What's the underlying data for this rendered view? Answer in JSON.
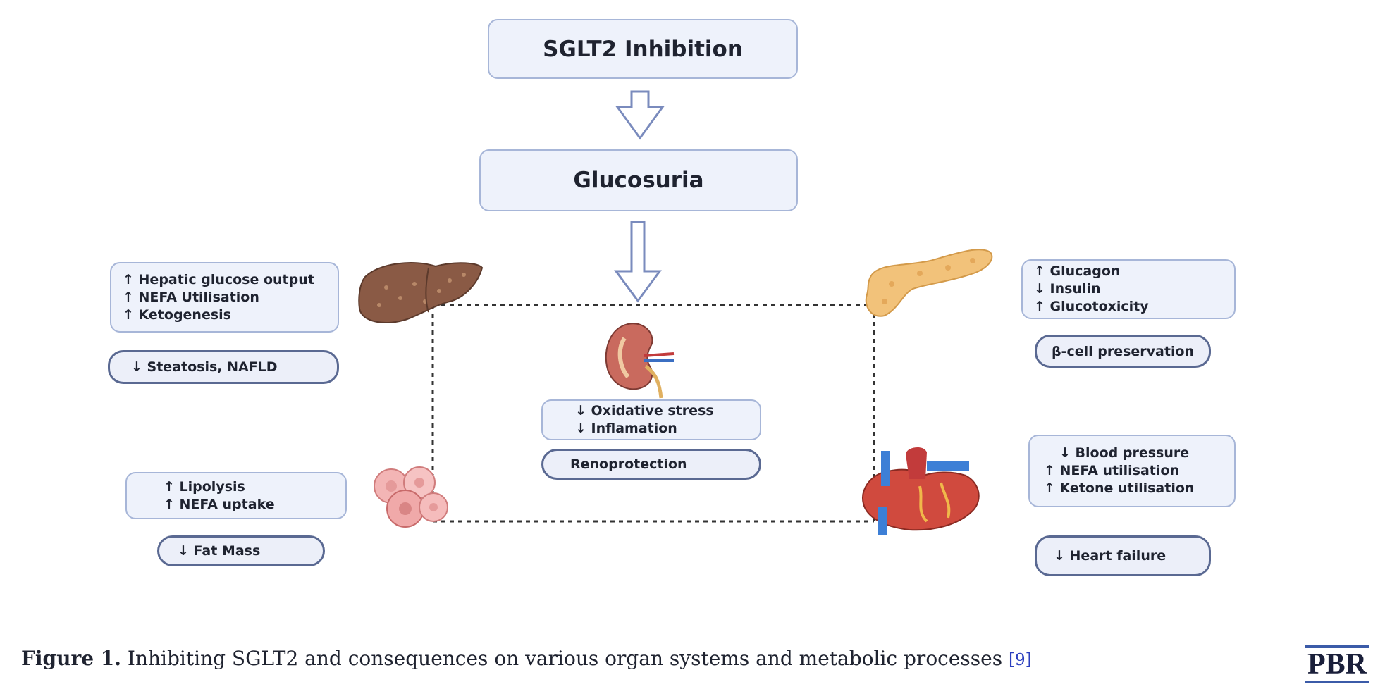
{
  "diagram": {
    "top": {
      "title": "SGLT2 Inhibition",
      "middle": "Glucosuria"
    },
    "kidney": {
      "lines": [
        "↓  Oxidative stress",
        "↓  Inflamation"
      ],
      "outcome": "Renoprotection"
    },
    "liver": {
      "lines": [
        "↑ Hepatic glucose  output",
        "↑   NEFA Utilisation",
        "↑    Ketogenesis"
      ],
      "outcome": "↓ Steatosis, NAFLD"
    },
    "pancreas": {
      "lines": [
        "↑ Glucagon",
        "↓ Insulin",
        "↑  Glucotoxicity"
      ],
      "outcome": "β-cell preservation"
    },
    "adipose": {
      "lines": [
        "↑  Lipolysis",
        "↑ NEFA uptake"
      ],
      "outcome": "↓ Fat Mass"
    },
    "heart": {
      "lines": [
        "↓ Blood  pressure",
        "↑ NEFA utilisation",
        "↑ Ketone utilisation"
      ],
      "outcome": "↓  Heart failure"
    }
  },
  "caption": {
    "label": "Figure 1.",
    "text": " Inhibiting SGLT2 and consequences on various organ systems and metabolic processes ",
    "ref": "[9]"
  },
  "logo": "PBR",
  "colors": {
    "box_fill": "#eef2fb",
    "box_border": "#a7b6d8",
    "outcome_border": "#5a6992",
    "arrow": "#7a8bbd",
    "dotted_line": "#333333"
  }
}
